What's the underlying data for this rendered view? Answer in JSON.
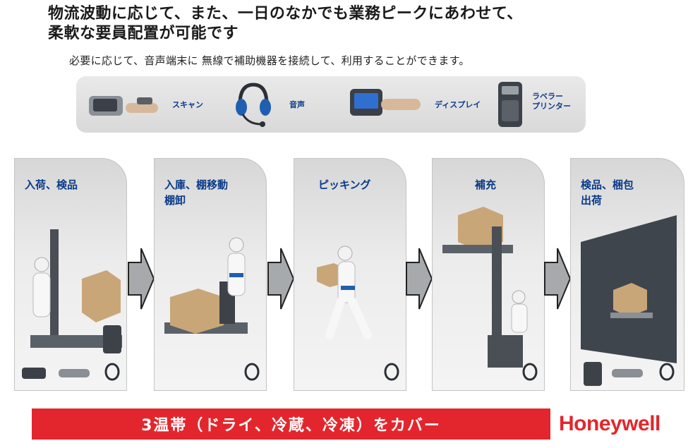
{
  "headline": {
    "line1": "物流波動に応じて、また、一日のなかでも業務ピークにあわせて、",
    "line2": "柔軟な要員配置が可能です"
  },
  "subtitle": "必要に応じて、音声端末に 無線で補助機器を接続して、利用することができます。",
  "devices": {
    "scan": "スキャン",
    "voice": "音声",
    "display": "ディスプレイ",
    "printer_line1": "ラベラー",
    "printer_line2": "プリンター"
  },
  "stages": [
    {
      "label": "入荷、検品"
    },
    {
      "label": "入庫、棚移動\n棚卸"
    },
    {
      "label": "ピッキング"
    },
    {
      "label": "補充"
    },
    {
      "label": "検品、梱包\n出荷"
    }
  ],
  "banner": "3温帯（ドライ、冷蔵、冷凍）をカバー",
  "brand": "Honeywell",
  "colors": {
    "accent_blue": "#0a3a8a",
    "banner_red": "#e3262d",
    "box_tan": "#c9a678",
    "shelf_dark": "#4a4f55"
  }
}
